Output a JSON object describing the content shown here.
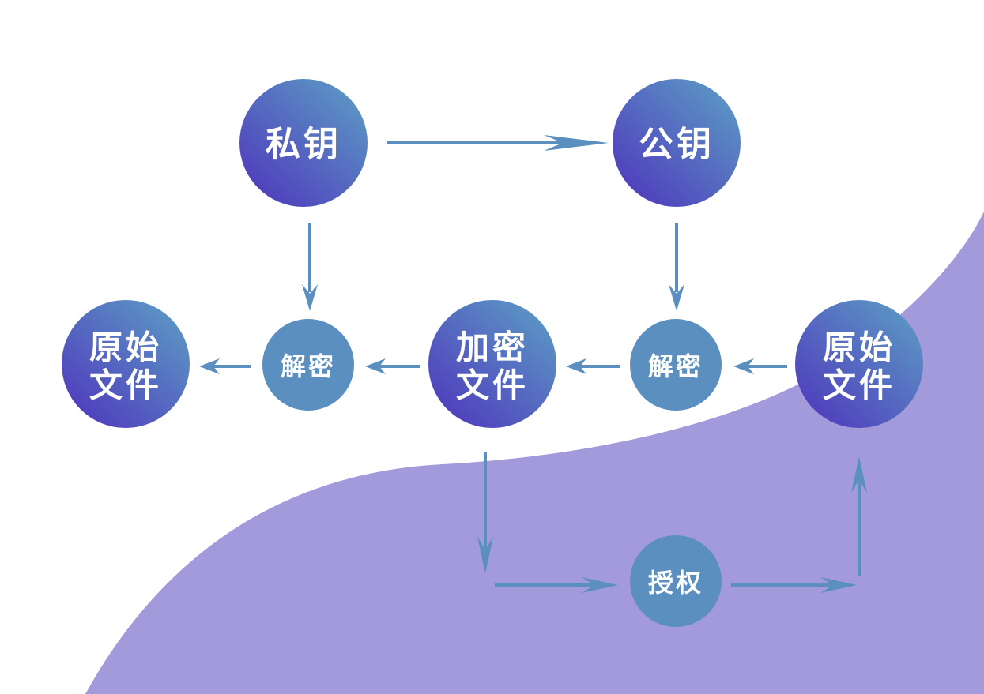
{
  "colors": {
    "background": "#ffffff",
    "wave": "#a29adb",
    "arrow": "#5b8fc0",
    "node_gradient_start": "#5040bd",
    "node_gradient_end": "#5b96c4",
    "small_node": "#5a8fc0",
    "text": "#ffffff"
  },
  "nodes": {
    "private_key": {
      "label": "私钥"
    },
    "public_key": {
      "label": "公钥"
    },
    "original_file_left": {
      "line1": "原始",
      "line2": "文件"
    },
    "decrypt_left": {
      "label": "解密"
    },
    "encrypted_file": {
      "line1": "加密",
      "line2": "文件"
    },
    "decrypt_right": {
      "label": "解密"
    },
    "original_file_right": {
      "line1": "原始",
      "line2": "文件"
    },
    "authorize": {
      "label": "授权"
    }
  }
}
